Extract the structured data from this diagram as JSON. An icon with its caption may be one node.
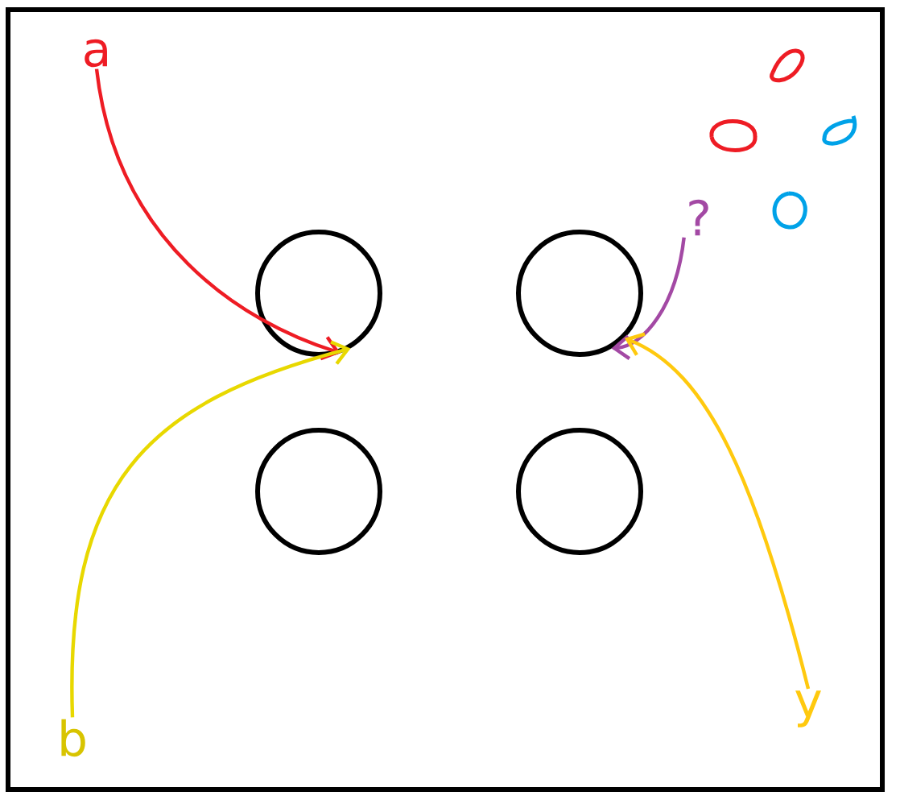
{
  "diagram": {
    "nodes": [
      {
        "text": [
          "a"
        ]
      },
      {
        "text": [
          "b"
        ]
      },
      {
        "text": [
          "?"
        ]
      },
      {
        "text": [
          "y"
        ]
      },
      {
        "text": [],
        "shape": "circle"
      },
      {
        "text": [],
        "shape": "circle"
      },
      {
        "text": [],
        "shape": "circle"
      },
      {
        "text": [],
        "shape": "circle"
      }
    ],
    "edges": [
      {
        "from": 0,
        "to": 4,
        "arrow": "to",
        "color": "#ee1c24"
      },
      {
        "from": 1,
        "to": 4,
        "arrow": "to",
        "color": "#e8d800"
      },
      {
        "from": 2,
        "to": 5,
        "arrow": "to",
        "color": "#a349a4"
      },
      {
        "from": 3,
        "to": 5,
        "arrow": "to",
        "color": "#ffc90e"
      }
    ]
  }
}
